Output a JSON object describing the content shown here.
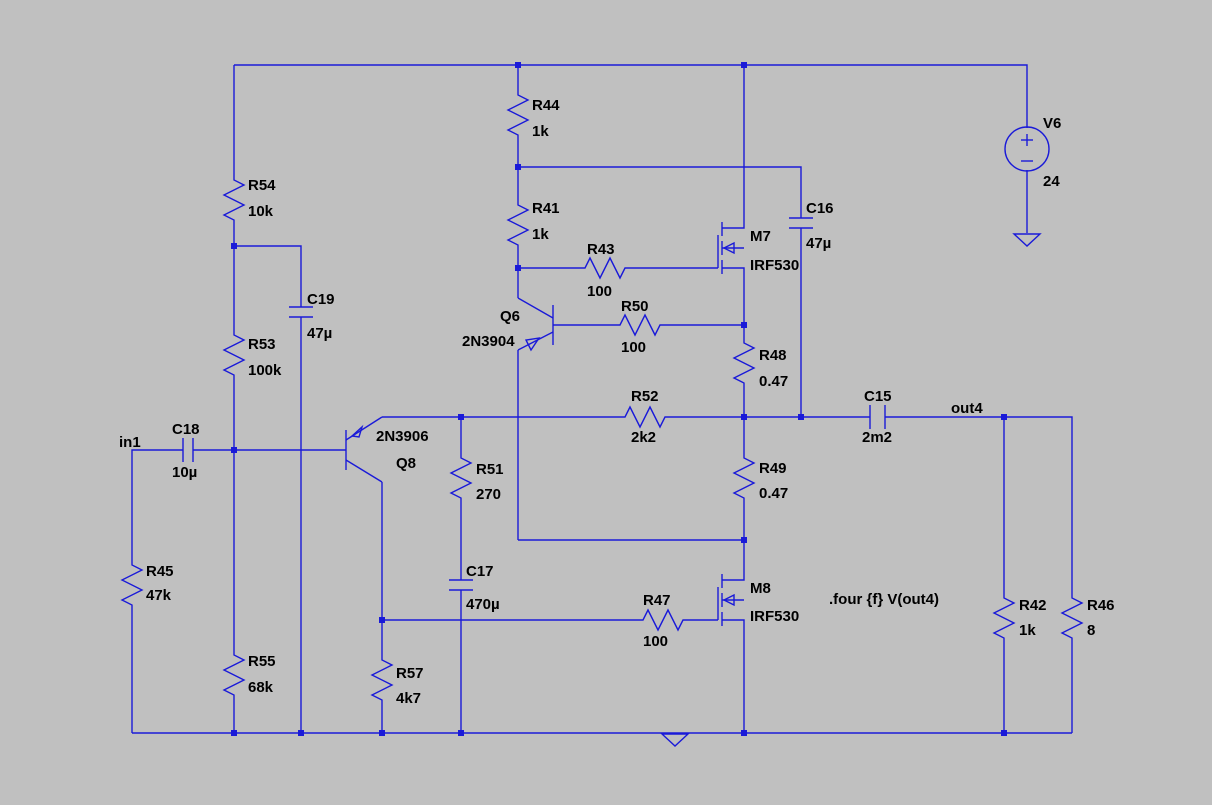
{
  "colors": {
    "background": "#c0c0c0",
    "wire": "#1a1ad8",
    "text": "#000000"
  },
  "components": {
    "R44": {
      "name": "R44",
      "value": "1k"
    },
    "R41": {
      "name": "R41",
      "value": "1k"
    },
    "R43": {
      "name": "R43",
      "value": "100"
    },
    "R50": {
      "name": "R50",
      "value": "100"
    },
    "R48": {
      "name": "R48",
      "value": "0.47"
    },
    "R52": {
      "name": "R52",
      "value": "2k2"
    },
    "R49": {
      "name": "R49",
      "value": "0.47"
    },
    "R51": {
      "name": "R51",
      "value": "270"
    },
    "R47": {
      "name": "R47",
      "value": "100"
    },
    "R54": {
      "name": "R54",
      "value": "10k"
    },
    "R53": {
      "name": "R53",
      "value": "100k"
    },
    "R55": {
      "name": "R55",
      "value": "68k"
    },
    "R45": {
      "name": "R45",
      "value": "47k"
    },
    "R57": {
      "name": "R57",
      "value": "4k7"
    },
    "R42": {
      "name": "R42",
      "value": "1k"
    },
    "R46": {
      "name": "R46",
      "value": "8"
    },
    "C16": {
      "name": "C16",
      "value": "47µ"
    },
    "C19": {
      "name": "C19",
      "value": "47µ"
    },
    "C18": {
      "name": "C18",
      "value": "10µ"
    },
    "C17": {
      "name": "C17",
      "value": "470µ"
    },
    "C15": {
      "name": "C15",
      "value": "2m2"
    },
    "Q6": {
      "name": "Q6",
      "model": "2N3904"
    },
    "Q8": {
      "name": "Q8",
      "model": "2N3906"
    },
    "M7": {
      "name": "M7",
      "model": "IRF530"
    },
    "M8": {
      "name": "M8",
      "model": "IRF530"
    },
    "V6": {
      "name": "V6",
      "value": "24"
    }
  },
  "nets": {
    "in1": "in1",
    "out4": "out4"
  },
  "directive": ".four {f} V(out4)"
}
